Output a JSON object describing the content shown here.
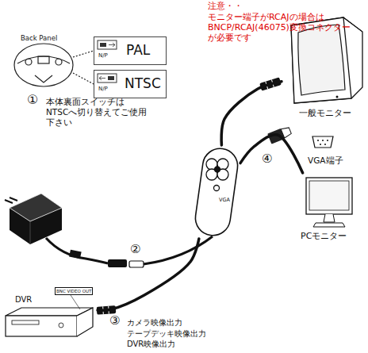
{
  "diagram": {
    "nodes": [
      {
        "text": [
          "N/P",
          "PAL"
        ]
      },
      {
        "text": [
          "N/P",
          "NTSC"
        ]
      },
      {
        "text": [
          "一般モニター"
        ]
      },
      {
        "text": [
          "VGA"
        ]
      },
      {
        "text": [
          "PCモニター"
        ]
      },
      {
        "text": [
          "DVR",
          "BNC VIDEO OUT"
        ]
      }
    ],
    "edges": [
      {
        "from": 3,
        "to": 2,
        "arrow": "none"
      },
      {
        "from": 3,
        "to": 4,
        "arrow": "none"
      },
      {
        "from": 3,
        "to": 5,
        "arrow": "none"
      }
    ],
    "labels": [
      "注意・・",
      "モニター端子がRCAJの場合は BNCP/RCAJ(46075)変換コネクター が必要です",
      "Back Panel",
      "①",
      "本体裏面スイッチは NTSCへ切り替えてご使用 下さい",
      "②",
      "③",
      "カメラ映像出力 テープデッキ映像出力 DVR映像出力",
      "④",
      "VGA端子"
    ]
  }
}
